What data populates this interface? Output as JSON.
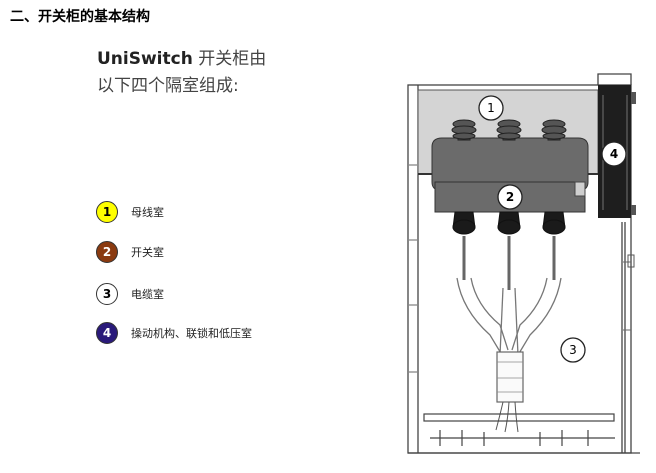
{
  "heading": "二、开关柜的基本结构",
  "intro": {
    "brand": "UniSwitch",
    "line1_rest": " 开关柜由",
    "line2": "以下四个隔室组成:"
  },
  "legend": [
    {
      "num": "1",
      "label": "母线室",
      "fill": "#ffff00",
      "text_color": "#000000"
    },
    {
      "num": "2",
      "label": "开关室",
      "fill": "#8a3a10",
      "text_color": "#ffffff"
    },
    {
      "num": "3",
      "label": "电缆室",
      "fill": "#ffffff",
      "text_color": "#000000"
    },
    {
      "num": "4",
      "label": "操动机构、联锁和低压室",
      "fill": "#2a1a7a",
      "text_color": "#ffffff"
    }
  ],
  "diagram": {
    "label_1": "1",
    "label_2": "2",
    "label_3": "3",
    "label_4": "4",
    "busbar_fill": "#d4d4d4",
    "insulator_fill": "#6b6b6b",
    "panel4_fill": "#1e1e1e"
  }
}
